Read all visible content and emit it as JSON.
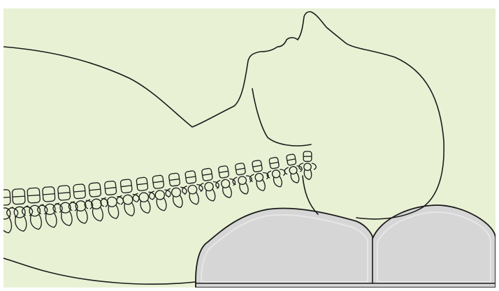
{
  "colors": {
    "page": "#ffffff",
    "panel": "#e9f1d5",
    "line": "#1a1a1a",
    "pillow_fill": "#d6d6d6",
    "pillow_inner": "#e6e6e6"
  },
  "icons": [
    "head-silhouette",
    "spine-vertebrae",
    "contour-pillow"
  ]
}
